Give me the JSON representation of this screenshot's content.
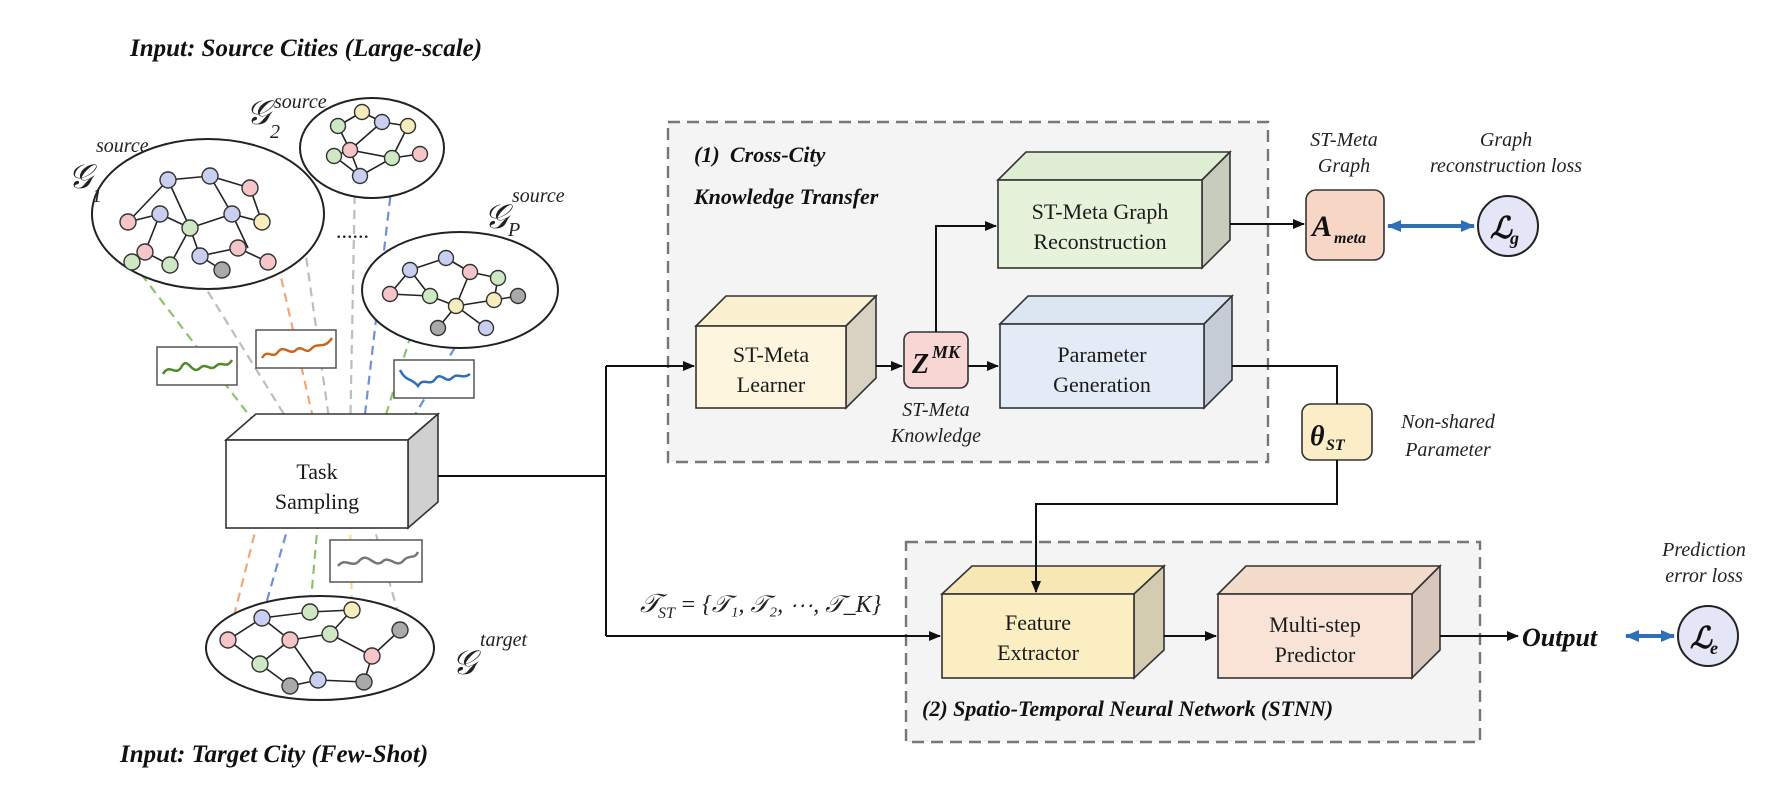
{
  "titles": {
    "input_source": "Input: Source Cities (Large-scale)",
    "input_target": "Input: Target City (Few-Shot)"
  },
  "graph_labels": {
    "g1": "𝒢",
    "g1_sub": "1",
    "g1_sup": "source",
    "g2": "𝒢",
    "g2_sub": "2",
    "g2_sup": "source",
    "gp": "𝒢",
    "gp_sub": "P",
    "gp_sup": "source",
    "gt": "𝒢",
    "gt_sup": "target",
    "dots": "......"
  },
  "blocks": {
    "task_sampling_1": "Task",
    "task_sampling_2": "Sampling",
    "learner_1": "ST-Meta",
    "learner_2": "Learner",
    "graph_recon_1": "ST-Meta Graph",
    "graph_recon_2": "Reconstruction",
    "param_gen_1": "Parameter",
    "param_gen_2": "Generation",
    "feature_1": "Feature",
    "feature_2": "Extractor",
    "predictor_1": "Multi-step",
    "predictor_2": "Predictor"
  },
  "groups": {
    "cross_city_num": "(1)",
    "cross_city_1": "Cross-City",
    "cross_city_2": "Knowledge Transfer",
    "stnn": "(2) Spatio-Temporal Neural Network (STNN)"
  },
  "symbols": {
    "zmk": "Z",
    "zmk_sup": "MK",
    "a_meta": "A",
    "a_meta_sub": "meta",
    "theta": "θ",
    "theta_sub": "ST",
    "lg": "ℒ",
    "lg_sub": "g",
    "le": "ℒ",
    "le_sub": "e",
    "output": "Output",
    "task_set": "𝒯",
    "task_set_sub": "ST",
    "task_set_rest": " = {𝒯₁, 𝒯₂, ⋯, 𝒯_K}"
  },
  "annotations": {
    "stmeta_graph_1": "ST-Meta",
    "stmeta_graph_2": "Graph",
    "graph_loss_1": "Graph",
    "graph_loss_2": "reconstruction loss",
    "stmeta_knowledge_1": "ST-Meta",
    "stmeta_knowledge_2": "Knowledge",
    "nonshared_1": "Non-shared",
    "nonshared_2": "Parameter",
    "pred_loss_1": "Prediction",
    "pred_loss_2": "error loss"
  },
  "colors": {
    "node_blue": "#c9cff0",
    "node_green": "#cde8c2",
    "node_pink": "#f5c5c8",
    "node_yellow": "#f7edbc",
    "node_gray": "#a9a9a9",
    "arrow_blue": "#2f6fb5",
    "panel_fill": "#f4f4f4",
    "dash_green": "#8fc26a",
    "dash_gray": "#bdbdbd",
    "dash_orange": "#f0a87a",
    "dash_blue": "#6f8fd6"
  }
}
